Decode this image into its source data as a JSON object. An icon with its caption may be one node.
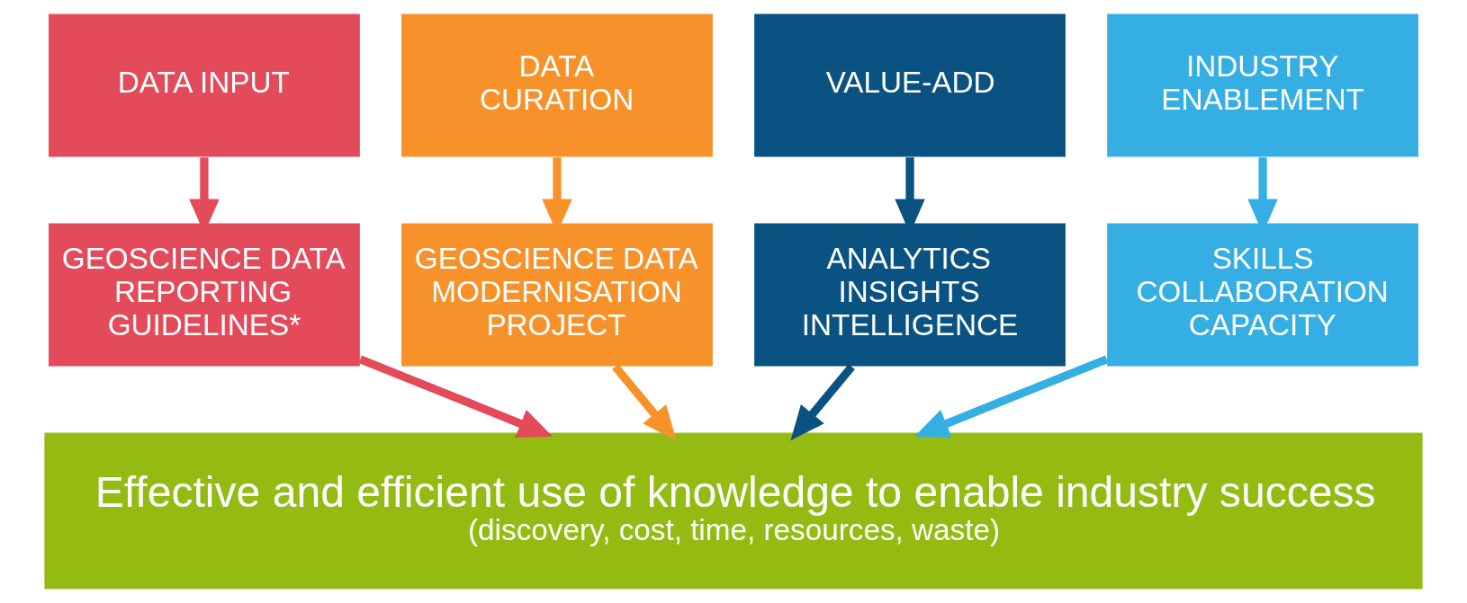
{
  "diagram": {
    "nodes": [
      {
        "text": [
          "DATA INPUT"
        ]
      },
      {
        "text": [
          "DATA CURATION"
        ]
      },
      {
        "text": [
          "VALUE-ADD"
        ]
      },
      {
        "text": [
          "INDUSTRY ENABLEMENT"
        ]
      },
      {
        "text": [
          "GEOSCIENCE DATA REPORTING GUIDELINES*"
        ]
      },
      {
        "text": [
          "GEOSCIENCE DATA MODERNISATION PROJECT"
        ]
      },
      {
        "text": [
          "ANALYTICS INSIGHTS INTELLIGENCE"
        ]
      },
      {
        "text": [
          "SKILLS COLLABORATION CAPACITY"
        ]
      },
      {
        "text": [
          "Effective and efficient use of knowledge to enable industry success",
          "(discovery, cost, time, resources, waste)"
        ]
      }
    ],
    "edges": [
      {
        "from": 0,
        "to": 4,
        "arrow": "to",
        "color": "#e34a5a"
      },
      {
        "from": 1,
        "to": 5,
        "arrow": "to",
        "color": "#f7922a"
      },
      {
        "from": 2,
        "to": 6,
        "arrow": "to",
        "color": "#0a5282"
      },
      {
        "from": 3,
        "to": 7,
        "arrow": "to",
        "color": "#35afe3"
      },
      {
        "from": 4,
        "to": 8,
        "arrow": "to",
        "color": "#e34a5a"
      },
      {
        "from": 5,
        "to": 8,
        "arrow": "to",
        "color": "#f7922a"
      },
      {
        "from": 6,
        "to": 8,
        "arrow": "to",
        "color": "#0a5282"
      },
      {
        "from": 7,
        "to": 8,
        "arrow": "to",
        "color": "#35afe3"
      }
    ]
  }
}
